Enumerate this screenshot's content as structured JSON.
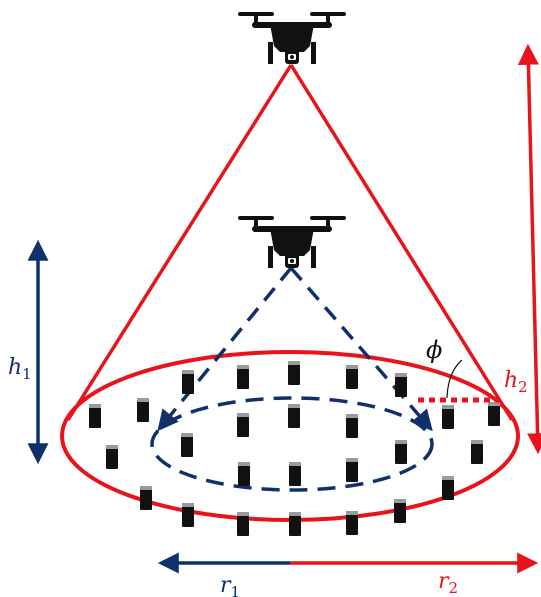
{
  "labels": {
    "h1": {
      "main": "h",
      "sub": "1"
    },
    "h2": {
      "main": "h",
      "sub": "2"
    },
    "r1": {
      "main": "r",
      "sub": "1"
    },
    "r2": {
      "main": "r",
      "sub": "2"
    },
    "phi": "ϕ"
  },
  "colors": {
    "red": "#e8141b",
    "navy": "#10306b",
    "black": "#111111",
    "device_screen": "#9a9a9a"
  },
  "icons": {
    "drone": "drone-icon",
    "device": "mobile-device-icon"
  }
}
